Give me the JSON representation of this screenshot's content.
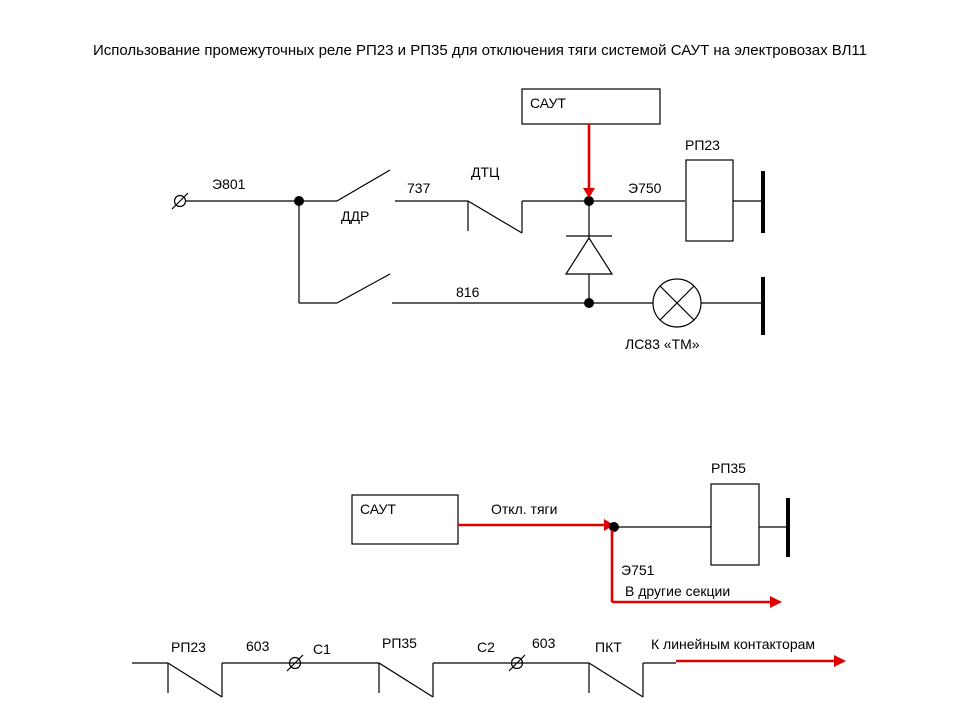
{
  "title": "Использование промежуточных реле РП23 и РП35 для отключения тяги системой САУТ на электровозах ВЛ11",
  "top_circuit": {
    "saut_label": "САУТ",
    "wire_e801": "Э801",
    "switch_ddr": "ДДР",
    "wire_737": "737",
    "contact_dtc": "ДТЦ",
    "wire_e750": "Э750",
    "relay_rp23": "РП23",
    "wire_816": "816",
    "lamp_label": "ЛС83 «ТМ»"
  },
  "middle_circuit": {
    "saut_label": "САУТ",
    "signal_label": "Откл. тяги",
    "relay_rp35": "РП35",
    "wire_e751": "Э751",
    "other_sections": "В другие секции"
  },
  "bottom_circuit": {
    "contact_rp23": "РП23",
    "wire_603_a": "603",
    "terminal_c1": "С1",
    "contact_rp35": "РП35",
    "terminal_c2": "С2",
    "wire_603_b": "603",
    "contact_pkt": "ПКТ",
    "to_line_contactors": "К линейным контакторам"
  },
  "colors": {
    "signal": "#e00000",
    "wire": "#000000"
  }
}
